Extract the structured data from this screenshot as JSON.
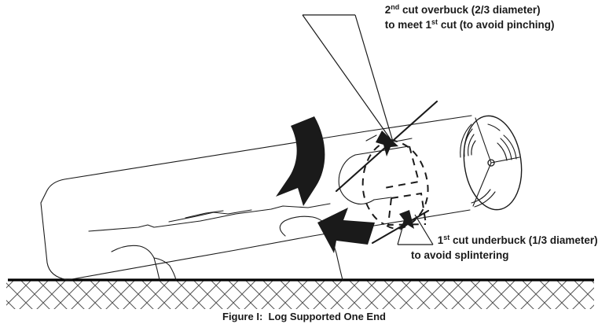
{
  "figure": {
    "caption": "Figure I:  Log Supported One End",
    "background_color": "#ffffff",
    "ink_color": "#1a1a1a"
  },
  "annotations": {
    "top": {
      "name": "second-cut-callout",
      "line1_pre": "2",
      "line1_sup": "nd",
      "line1_post": " cut overbuck (2/3 diameter)",
      "line2_pre": "to meet 1",
      "line2_sup": "st",
      "line2_post": " cut (to avoid pinching)"
    },
    "bottom": {
      "name": "first-cut-callout",
      "line1_pre": "1",
      "line1_sup": "st",
      "line1_post": " cut underbuck (1/3 diameter)",
      "line2": "to avoid splintering"
    }
  },
  "elements": {
    "log_label": "log",
    "log_end_label": "log-end-growth-rings",
    "ground_label": "ground",
    "arrow_down_label": "log-falling-direction-arrow",
    "arrow_up_label": "log-lifting-direction-arrow",
    "cut_upper_label": "overbuck-cut-line",
    "cut_lower_label": "underbuck-cut-line"
  }
}
